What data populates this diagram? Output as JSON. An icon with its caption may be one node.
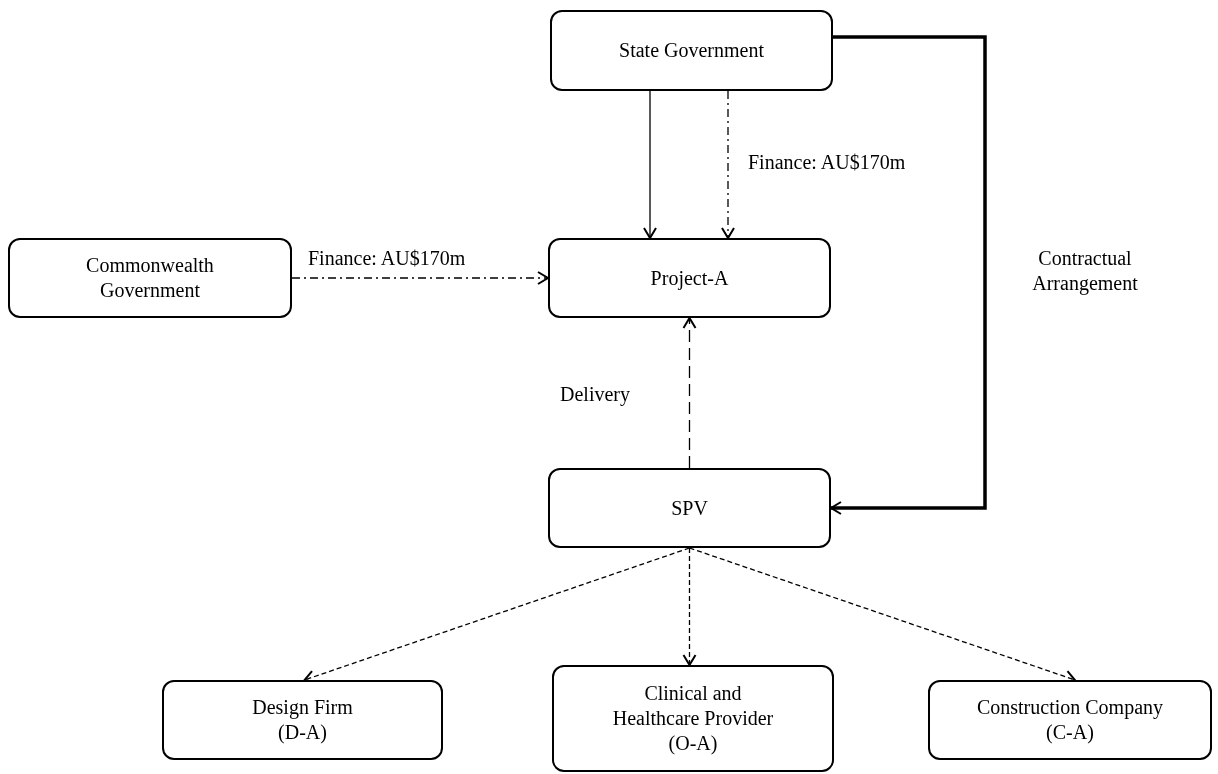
{
  "diagram": {
    "nodes": [
      {
        "text": [
          "State Government"
        ]
      },
      {
        "text": [
          "Commonwealth Government"
        ]
      },
      {
        "text": [
          "Project-A"
        ]
      },
      {
        "text": [
          "SPV"
        ]
      },
      {
        "text": [
          "Design Firm (D-A)"
        ]
      },
      {
        "text": [
          "Clinical and Healthcare Provider (O-A)"
        ]
      },
      {
        "text": [
          "Construction Company (C-A)"
        ]
      }
    ],
    "edges": [
      {
        "from": 0,
        "to": 2,
        "arrow": "to"
      },
      {
        "from": 0,
        "to": 2,
        "arrow": "to",
        "style": "dashed",
        "label": "Finance: AU$170m"
      },
      {
        "from": 1,
        "to": 2,
        "arrow": "to",
        "style": "dashed",
        "label": "Finance: AU$170m"
      },
      {
        "from": 3,
        "to": 2,
        "arrow": "to",
        "style": "dashed",
        "label": "Delivery"
      },
      {
        "from": 0,
        "to": 3,
        "arrow": "to",
        "style": "thick",
        "label": "Contractual Arrangement"
      },
      {
        "from": 3,
        "to": 4,
        "arrow": "to",
        "style": "dashed"
      },
      {
        "from": 3,
        "to": 5,
        "arrow": "to",
        "style": "dashed"
      },
      {
        "from": 3,
        "to": 6,
        "arrow": "to",
        "style": "dashed"
      }
    ]
  }
}
